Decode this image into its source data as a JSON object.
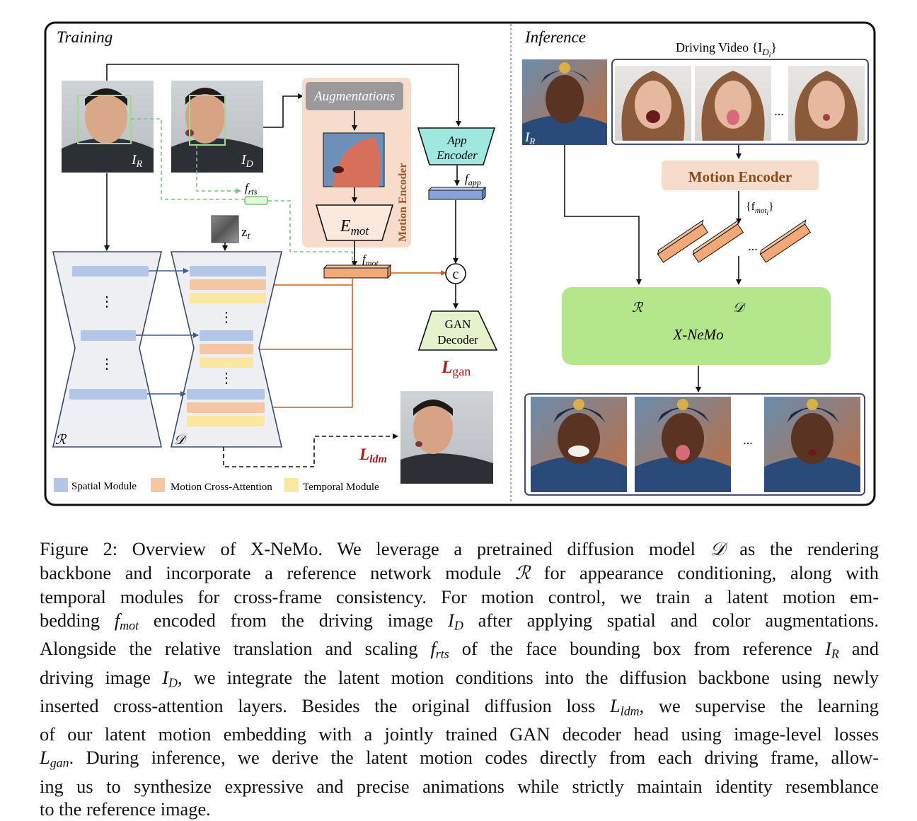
{
  "training": {
    "title": "Training",
    "ref_label": "I",
    "ref_sub": "R",
    "drv_label": "I",
    "drv_sub": "D",
    "augmentations": "Augmentations",
    "emot": "E",
    "emot_sub": "mot",
    "motion_encoder_vertical": "Motion Encoder",
    "app_encoder_line1": "App",
    "app_encoder_line2": "Encoder",
    "f_app": "f",
    "f_app_sub": "app",
    "f_rts": "f",
    "f_rts_sub": "rts",
    "f_mot": "f",
    "f_mot_sub": "mot",
    "zt": "z",
    "zt_sub": "t",
    "concat": "c",
    "gan_decoder_line1": "GAN",
    "gan_decoder_line2": "Decoder",
    "l_gan": "L",
    "l_gan_sub": "gan",
    "l_ldm": "L",
    "l_ldm_sub": "ldm",
    "ref_net": "ℛ",
    "denoise_net": "𝒟",
    "vdots": "⋮",
    "legend": {
      "spatial": "Spatial Module",
      "motion": "Motion Cross-Attention",
      "temporal": "Temporal Module"
    }
  },
  "inference": {
    "title": "Inference",
    "driving_video": "Driving Video {I",
    "driving_video_sub": "D",
    "driving_video_subsub": "i",
    "driving_video_end": "}",
    "ref_label": "I",
    "ref_sub": "R",
    "motion_encoder": "Motion Encoder",
    "fmot_set": "{f",
    "fmot_set_sub": "mot",
    "fmot_set_subsub": "i",
    "fmot_set_end": "}",
    "ellipsis": "...",
    "model_r": "ℛ",
    "model_d": "𝒟",
    "model_name": "X-NeMo"
  },
  "colors": {
    "spatial": "#b4c6e8",
    "motion": "#f6c6a4",
    "temporal": "#fce7a0",
    "motion_encoder_bg": "#f8dccb",
    "xnemo_bg": "#b4e68c",
    "app_encoder": "#9ee8e0",
    "gan_decoder": "#e6f2cc",
    "accent_red": "#b01818",
    "arrow_orange": "#c8641a",
    "arrow_blue": "#3a5a9a",
    "dashed_green": "#7ac47a"
  },
  "caption": {
    "lines": [
      [
        "Figure 2:  Overview of X-NeMo.  We leverage a pretrained diffusion model ",
        "𝒟",
        " as the rendering"
      ],
      [
        "backbone and incorporate a reference network module ",
        "ℛ",
        " for appearance conditioning, along with"
      ],
      [
        "temporal modules for cross-frame consistency.  For motion control, we train a latent motion em-"
      ],
      [
        "bedding ",
        "f",
        "mot",
        " encoded from the driving image ",
        "I",
        "D",
        " after applying spatial and color augmentations."
      ],
      [
        "Alongside the relative translation and scaling ",
        "f",
        "rts",
        " of the face bounding box from reference ",
        "I",
        "R",
        " and"
      ],
      [
        "driving image ",
        "I",
        "D",
        ", we integrate the latent motion conditions into the diffusion backbone using newly"
      ],
      [
        "inserted cross-attention layers. Besides the original diffusion loss ",
        "L",
        "ldm",
        ", we supervise the learning"
      ],
      [
        "of our latent motion embedding with a jointly trained GAN decoder head using image-level losses"
      ],
      [
        "L",
        "gan",
        ". During inference, we derive the latent motion codes directly from each driving frame, allow-"
      ],
      [
        "ing us to synthesize expressive and precise animations while strictly maintain identity resemblance"
      ],
      [
        "to the reference image."
      ]
    ]
  }
}
